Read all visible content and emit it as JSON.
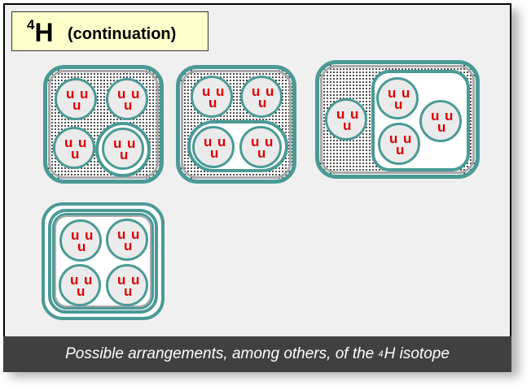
{
  "slide": {
    "title": {
      "superscript": "4",
      "symbol": "H",
      "subtitle": "(continuation)"
    },
    "caption": {
      "prefix": "Possible arrangements, among others, of the ",
      "superscript": "4",
      "suffix": "H isotope"
    },
    "colors": {
      "border_teal": "#4a9a96",
      "quark_red": "#e00000",
      "caption_bg": "#404040",
      "title_bg": "#ffffcc",
      "slide_bg": "#f0f0f0"
    }
  },
  "quark": "u",
  "arrangements": [
    {
      "name": "arrangement-1",
      "description": "four nucleons, one with extra ring"
    },
    {
      "name": "arrangement-2",
      "description": "two free nucleons, two grouped"
    },
    {
      "name": "arrangement-3",
      "description": "one free nucleon, three grouped"
    },
    {
      "name": "arrangement-4",
      "description": "four nucleons inside triple-walled shell"
    }
  ]
}
